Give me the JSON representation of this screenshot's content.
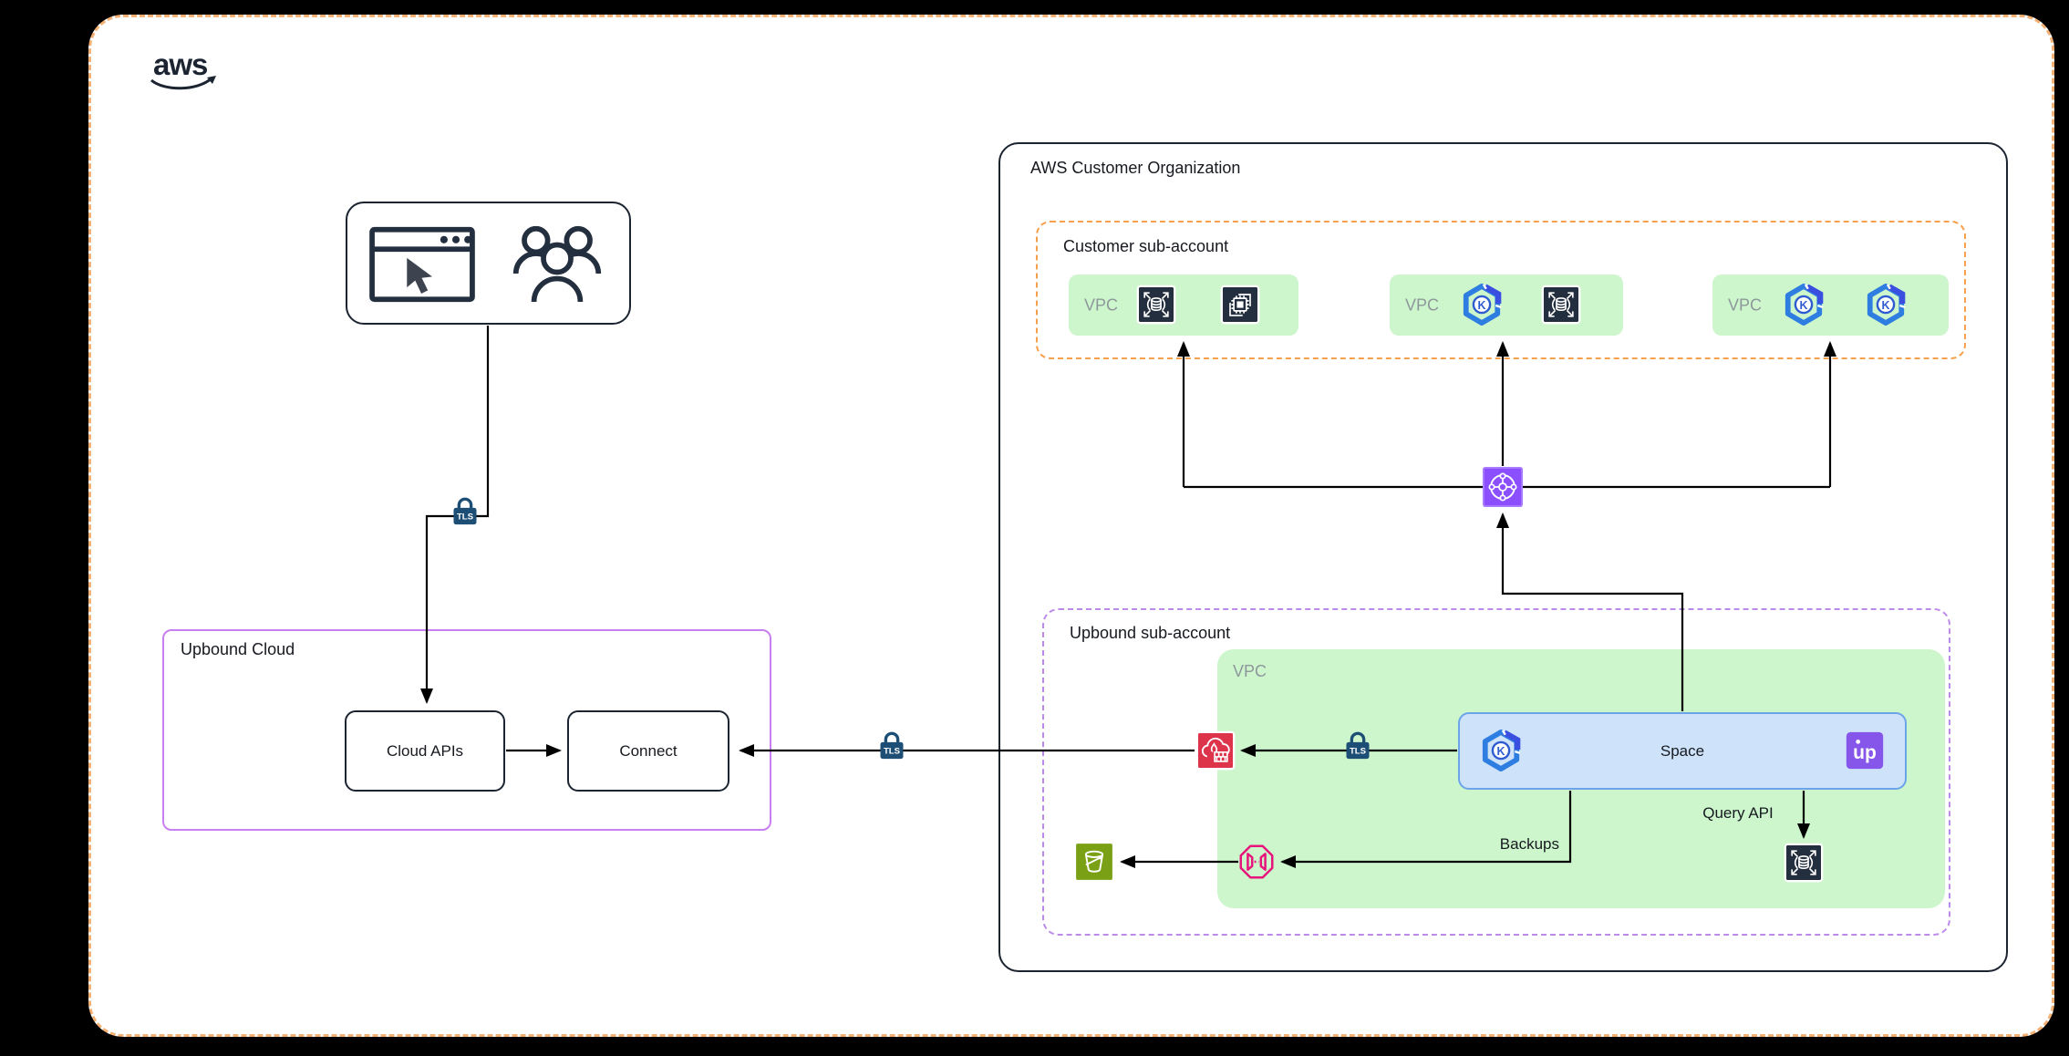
{
  "brand": {
    "logo_text": "aws"
  },
  "left_region": {
    "actors": {
      "icons": [
        "browser-window-icon",
        "users-icon"
      ]
    },
    "upbound_cloud": {
      "title": "Upbound Cloud",
      "boxes": [
        {
          "label": "Cloud APIs"
        },
        {
          "label": "Connect"
        }
      ]
    }
  },
  "right_region": {
    "org_title": "AWS Customer Organization",
    "customer_sub_account": {
      "title": "Customer sub-account",
      "vpcs": [
        {
          "label": "VPC",
          "icons": [
            "scaling-database-icon",
            "compute-chip-icon"
          ]
        },
        {
          "label": "VPC",
          "icons": [
            "kubernetes-icon",
            "scaling-database-icon"
          ]
        },
        {
          "label": "VPC",
          "icons": [
            "kubernetes-icon",
            "kubernetes-icon"
          ]
        }
      ]
    },
    "upbound_sub_account": {
      "title": "Upbound sub-account",
      "vpc_label": "VPC",
      "space": {
        "label": "Space",
        "left_icon": "kubernetes-icon",
        "right_icon": "upbound-logo"
      },
      "edge_labels": {
        "backups": "Backups",
        "query_api": "Query API"
      },
      "icons": [
        "network-firewall-icon",
        "s3-bucket-icon",
        "vpc-endpoint-icon",
        "scaling-database-icon",
        "transit-gateway-icon"
      ]
    }
  },
  "labels": {
    "tls": "TLS",
    "k": "K",
    "up": "up"
  },
  "colors": {
    "page_border_orange": "#F3B176",
    "customer_sub_dashed": "#F5A04C",
    "upbound_sub_dashed": "#BC8BEA",
    "upbound_cloud_border": "#C77FF2",
    "vpc_green_fill": "#CDF6CC",
    "space_blue_fill": "#CEE2FA",
    "space_blue_border": "#6BA4E9",
    "transit_gateway_purple": "#8C4FFF",
    "firewall_red": "#DD344C",
    "s3_green": "#7AA116",
    "vpc_endpoint_pink": "#E7157B",
    "dark_icon_navy": "#232F3E",
    "tls_lock_navy": "#1D4F76",
    "upbound_logo_purple": "#8655EA",
    "kubernetes_blue": "#2E7DE1"
  }
}
